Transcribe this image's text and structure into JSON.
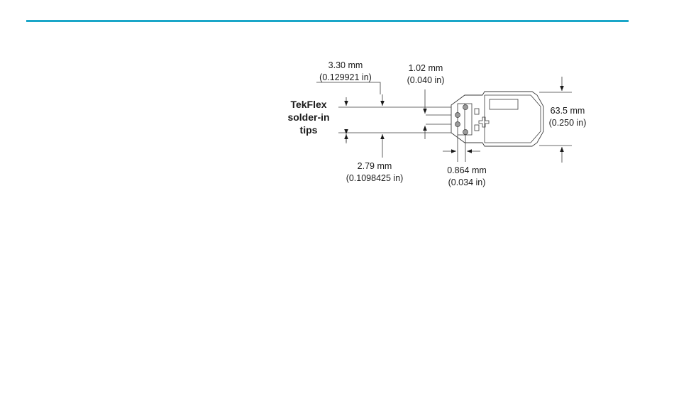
{
  "colors": {
    "accent_rule": "#1aa6c8",
    "line": "#3a3a3a",
    "pad_fill": "#9a9a9a"
  },
  "diagram": {
    "callout_tips": [
      "TekFlex",
      "solder-in",
      "tips"
    ],
    "dim_330": {
      "mm": "3.30 mm",
      "in": "(0.129921 in)"
    },
    "dim_102": {
      "mm": "1.02 mm",
      "in": "(0.040 in)"
    },
    "dim_635": {
      "mm": "63.5 mm",
      "in": "(0.250 in)"
    },
    "dim_279": {
      "mm": "2.79 mm",
      "in": "(0.1098425 in)"
    },
    "dim_0864": {
      "mm": "0.864 mm",
      "in": "(0.034 in)"
    }
  }
}
